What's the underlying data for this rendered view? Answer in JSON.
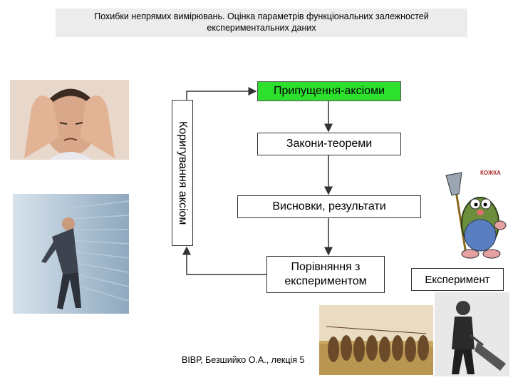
{
  "header": {
    "line1": "Похибки непрямих вимірювань. Оцінка параметрів функціональних залежностей",
    "line2": "експериментальних даних"
  },
  "flow": {
    "axioms": "Припущення-аксіоми",
    "theorems": "Закони-теореми",
    "conclusions": "Висновки, результати",
    "comparison_line1": "Порівняння з",
    "comparison_line2": "експериментом",
    "correction": "Коригування аксіом",
    "experiment": "Експеримент"
  },
  "footer": {
    "text": "ВІВР, Безшийко О.А., лекція 5"
  },
  "colors": {
    "axioms_fill": "#2ee02e",
    "header_bg": "#ececec"
  },
  "icons": {
    "mole_logo_text": "КОЖКА"
  }
}
